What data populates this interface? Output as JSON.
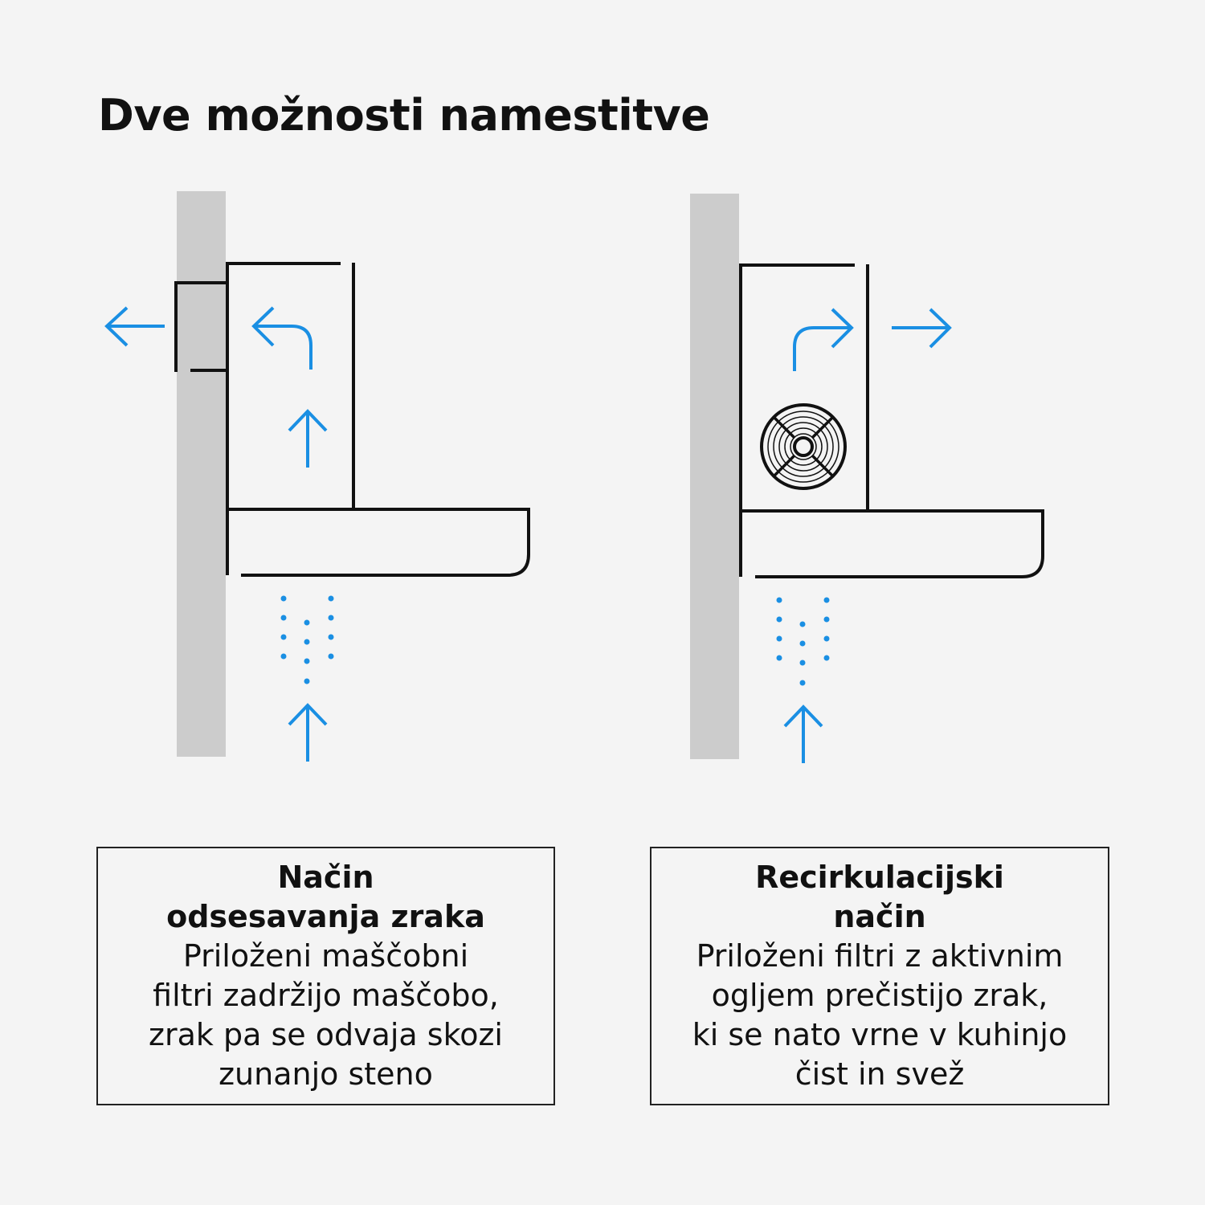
{
  "title": "Dve možnosti namestitve",
  "colors": {
    "arrow": "#1a8fe3",
    "wall": "#cccccc",
    "line": "#111111"
  },
  "options": [
    {
      "heading_line1": "Način",
      "heading_line2": "odsesavanja zraka",
      "desc_lines": [
        "Priloženi maščobni",
        "filtri zadržijo maščobo,",
        "zrak pa se odvaja skozi",
        "zunanjo steno"
      ]
    },
    {
      "heading_line1": "Recirkulacijski",
      "heading_line2": "način",
      "desc_lines": [
        "Priloženi filtri z aktivnim",
        "ogljem prečistijo zrak,",
        "ki se nato vrne v kuhinjo",
        "čist in svež"
      ]
    }
  ],
  "icons": [
    "arrow-left-icon",
    "arrow-up-icon",
    "arrow-turn-left-icon",
    "arrow-turn-right-icon",
    "arrow-right-icon",
    "fan-icon"
  ]
}
